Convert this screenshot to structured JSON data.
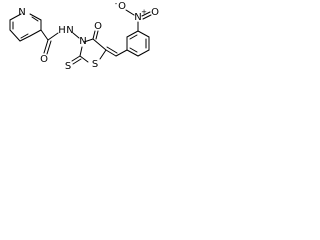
{
  "molecule": {
    "atom_labels": {
      "pyridine_n": "N",
      "amide_o": "O",
      "amide_nh": "H",
      "amide_n": "N",
      "ring_n": "N",
      "ring_s": "S",
      "thioxo_s": "S",
      "ring_o": "O",
      "nitro_n": "N",
      "nitro_plus": "+",
      "nitro_o_top": "O",
      "nitro_o_minus": "-",
      "nitro_o_side": "O"
    }
  },
  "colors": {
    "bond": "#000000",
    "label": "#000000",
    "background": "#ffffff"
  }
}
